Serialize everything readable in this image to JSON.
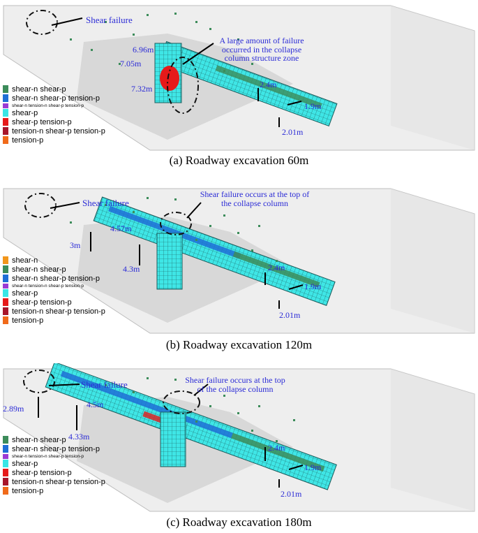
{
  "legend_colors": {
    "shear-n": "#f2961b",
    "shear-n shear-p": "#3c8c5a",
    "shear-n shear-p tension-p": "#1f6fd6",
    "shear-n tension-n shear-p tension-p": "#9b3bd4",
    "shear-p": "#39e6e6",
    "shear-p tension-p": "#e61a1a",
    "tension-n shear-p tension-p": "#a8162a",
    "tension-p": "#f06a1a"
  },
  "panels": [
    {
      "caption": "(a) Roadway excavation 60m",
      "annotations": {
        "shear_failure": "Shear failure",
        "note": "A large amount of failure occurred in the collapse column structure zone"
      },
      "dimensions": [
        "6.96m",
        "7.05m",
        "7.32m",
        "2.4m",
        "1.9m",
        "2.01m"
      ],
      "legend": [
        {
          "label": "shear-n shear-p",
          "color_key": "shear-n shear-p",
          "small": false
        },
        {
          "label": "shear-n shear-p tension-p",
          "color_key": "shear-n shear-p tension-p",
          "small": false
        },
        {
          "label": "shear-n tension-n shear-p tension-p",
          "color_key": "shear-n tension-n shear-p tension-p",
          "small": true
        },
        {
          "label": "shear-p",
          "color_key": "shear-p",
          "small": false
        },
        {
          "label": "shear-p tension-p",
          "color_key": "shear-p tension-p",
          "small": false
        },
        {
          "label": "tension-n shear-p tension-p",
          "color_key": "tension-n shear-p tension-p",
          "small": false
        },
        {
          "label": "tension-p",
          "color_key": "tension-p",
          "small": false
        }
      ]
    },
    {
      "caption": "(b) Roadway excavation 120m",
      "annotations": {
        "shear_failure": "Shear failure",
        "note": "Shear failure occurs at the top of the collapse column"
      },
      "dimensions": [
        "4.57m",
        "3m",
        "4.3m",
        "2.4m",
        "1.9m",
        "2.01m"
      ],
      "legend": [
        {
          "label": "shear-n",
          "color_key": "shear-n",
          "small": false
        },
        {
          "label": "shear-n shear-p",
          "color_key": "shear-n shear-p",
          "small": false
        },
        {
          "label": "shear-n shear-p tension-p",
          "color_key": "shear-n shear-p tension-p",
          "small": false
        },
        {
          "label": "shear-n tension-n shear-p tension-p",
          "color_key": "shear-n tension-n shear-p tension-p",
          "small": true
        },
        {
          "label": "shear-p",
          "color_key": "shear-p",
          "small": false
        },
        {
          "label": "shear-p tension-p",
          "color_key": "shear-p tension-p",
          "small": false
        },
        {
          "label": "tension-n shear-p tension-p",
          "color_key": "tension-n shear-p tension-p",
          "small": false
        },
        {
          "label": "tension-p",
          "color_key": "tension-p",
          "small": false
        }
      ]
    },
    {
      "caption": "(c) Roadway excavation 180m",
      "annotations": {
        "shear_failure": "Shear failure",
        "note": "Shear failure occurs at the top of the collapse column"
      },
      "dimensions": [
        "2.89m",
        "4.5m",
        "4.33m",
        "2.4m",
        "1.9m",
        "2.01m"
      ],
      "legend": [
        {
          "label": "shear-n shear-p",
          "color_key": "shear-n shear-p",
          "small": false
        },
        {
          "label": "shear-n shear-p tension-p",
          "color_key": "shear-n shear-p tension-p",
          "small": false
        },
        {
          "label": "shear-n tension-n shear-p tension-p",
          "color_key": "shear-n tension-n shear-p tension-p",
          "small": true
        },
        {
          "label": "shear-p",
          "color_key": "shear-p",
          "small": false
        },
        {
          "label": "shear-p tension-p",
          "color_key": "shear-p tension-p",
          "small": false
        },
        {
          "label": "tension-n shear-p tension-p",
          "color_key": "tension-n shear-p tension-p",
          "small": false
        },
        {
          "label": "tension-p",
          "color_key": "tension-p",
          "small": false
        }
      ]
    }
  ]
}
